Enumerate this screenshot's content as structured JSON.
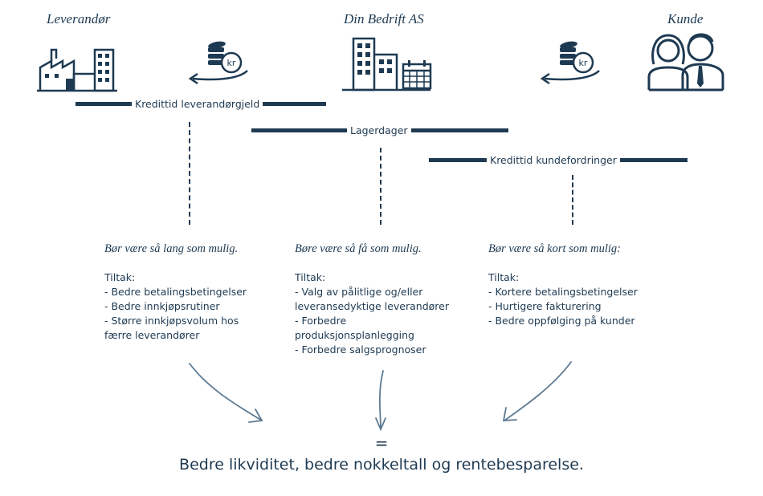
{
  "actors": {
    "supplier": "Leverandør",
    "company": "Din Bedrift AS",
    "customer": "Kunde"
  },
  "icons": {
    "supplier": "factory-icon",
    "company": "office-building-calendar-icon",
    "customer": "people-icon",
    "payment": "coins-kr-arrow-icon"
  },
  "bars": {
    "supplier_credit": "Kredittid leverandørgjeld",
    "inventory_days": "Lagerdager",
    "customer_credit": "Kredittid kundefordringer"
  },
  "columns": [
    {
      "heading": "Bør være så lang som mulig.",
      "measures_label": "Tiltak:",
      "items": [
        "- Bedre betalingsbetingelser",
        "- Bedre innkjøpsrutiner",
        "- Større innkjøpsvolum hos færre leverandører"
      ]
    },
    {
      "heading": "Børe være så få som mulig.",
      "measures_label": "Tiltak:",
      "items": [
        "- Valg av pålitlige og/eller leveransedyktige leverandører",
        "- Forbedre produksjonsplanlegging",
        "- Forbedre salgsprognoser"
      ]
    },
    {
      "heading": "Bør være så kort som mulig:",
      "measures_label": "Tiltak:",
      "items": [
        "- Kortere betalingsbetingelser",
        "- Hurtigere fakturering",
        "- Bedre oppfølging på kunder"
      ]
    }
  ],
  "equals": "=",
  "result": "Bedre likviditet, bedre nokkeltall og rentebesparelse.",
  "colors": {
    "primary": "#1e3a52",
    "arrows": "#5d7a92"
  }
}
